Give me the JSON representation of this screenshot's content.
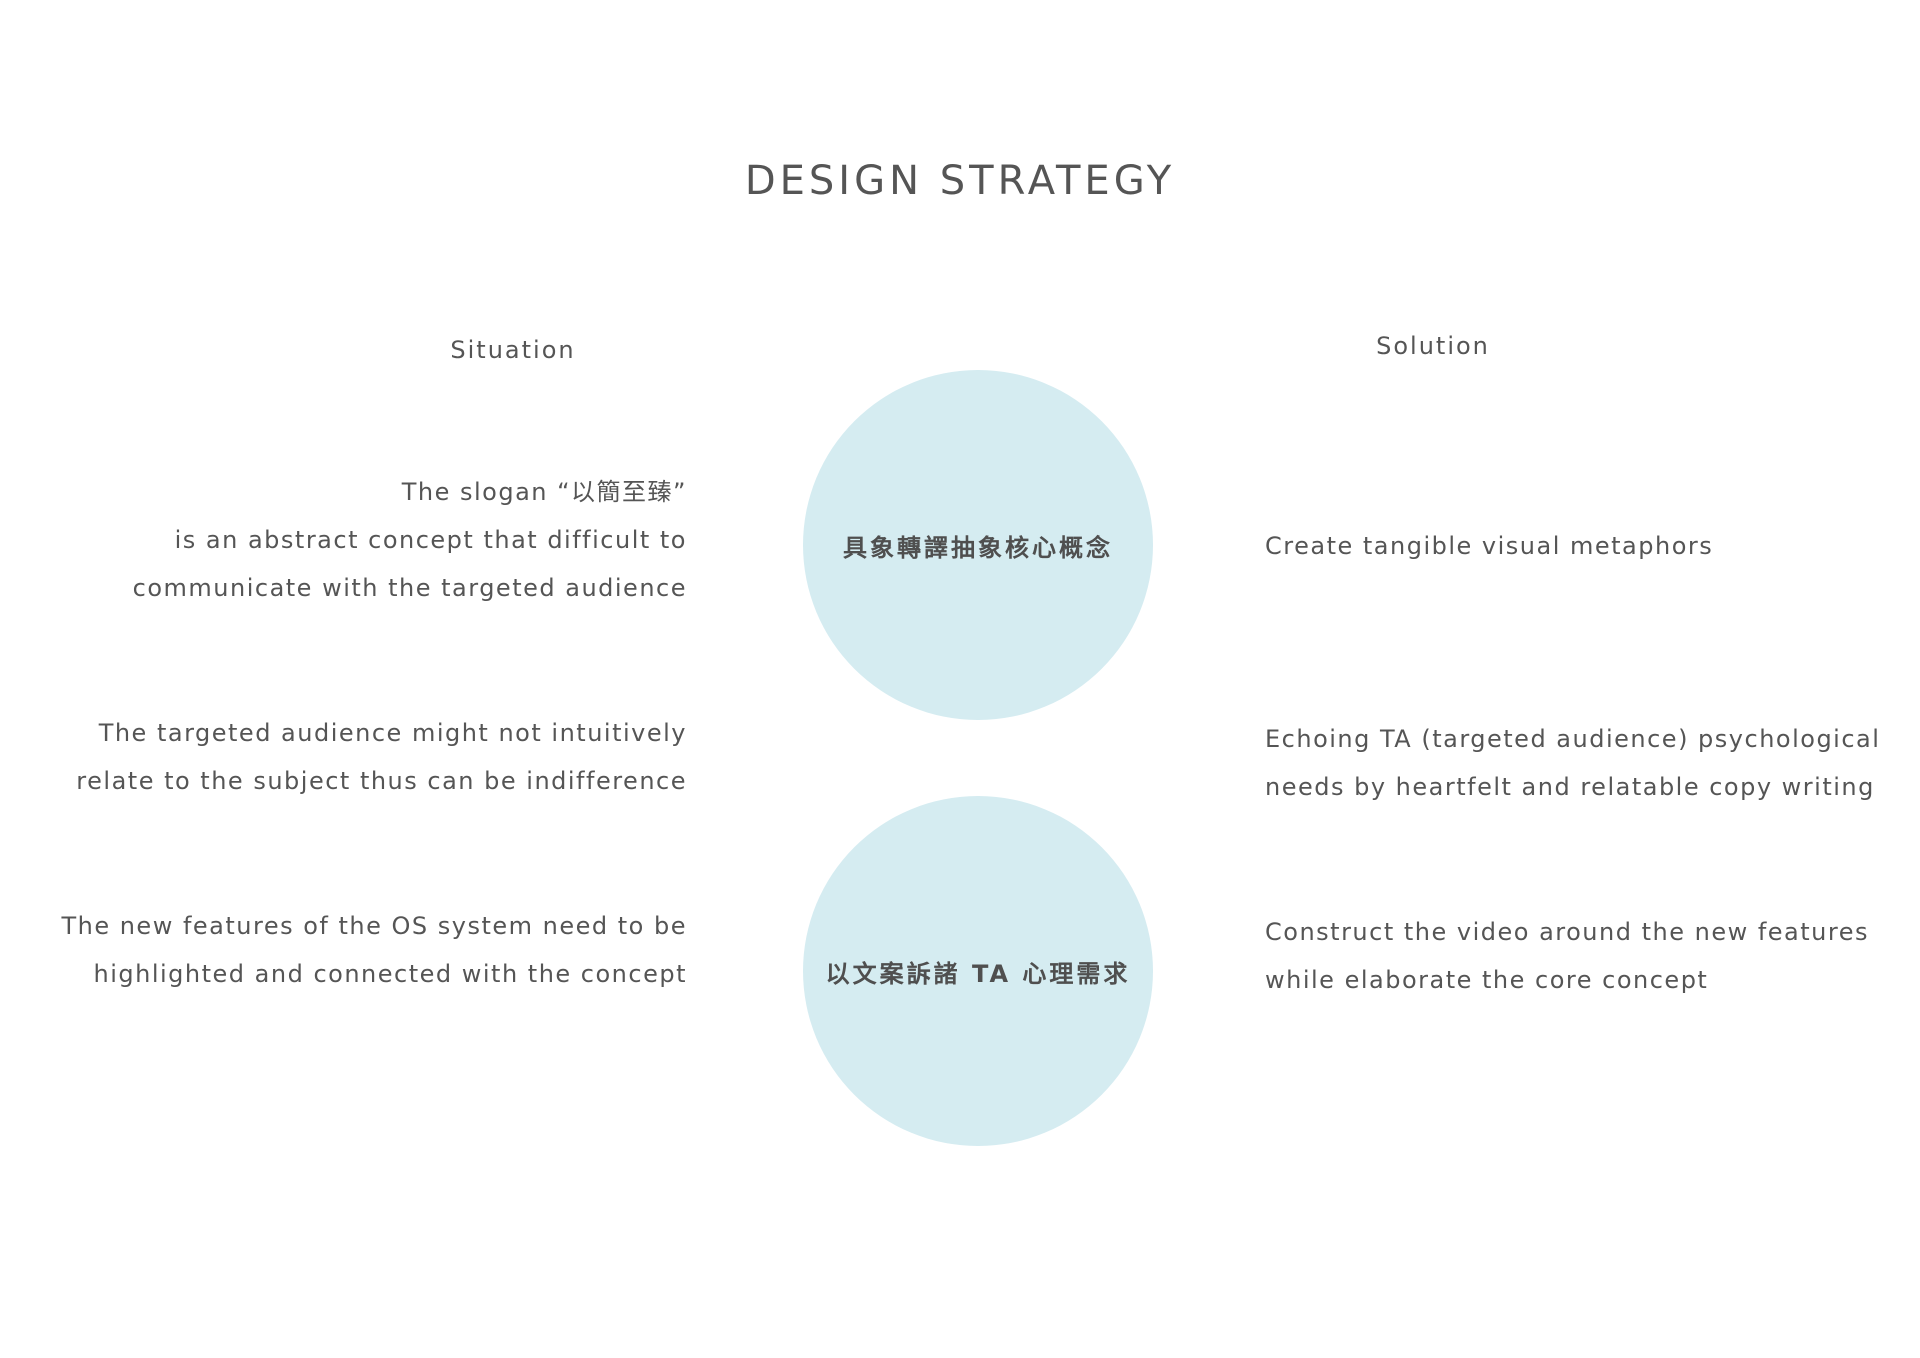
{
  "title": "DESIGN STRATEGY",
  "columns": {
    "situation_header": "Situation",
    "solution_header": "Solution"
  },
  "situations": [
    {
      "lines": [
        "The slogan “以簡至臻”",
        "is an abstract concept that difficult to",
        "communicate with the targeted audience"
      ]
    },
    {
      "lines": [
        "The targeted audience might not intuitively",
        "relate to the subject thus can be indifference"
      ]
    },
    {
      "lines": [
        "The new features of the OS system need to be",
        "highlighted and connected with the concept"
      ]
    }
  ],
  "circles": [
    {
      "label": "具象轉譯抽象核心概念"
    },
    {
      "label": "以文案訴諸 TA 心理需求"
    }
  ],
  "solutions": [
    {
      "lines": [
        "Create tangible visual metaphors"
      ]
    },
    {
      "lines": [
        "Echoing TA (targeted audience) psychological",
        "needs by heartfelt and relatable copy writing"
      ]
    },
    {
      "lines": [
        "Construct the video around the new features",
        "while elaborate the core concept"
      ]
    }
  ],
  "colors": {
    "circle_fill": "#d5ecf1",
    "text": "#555555"
  }
}
